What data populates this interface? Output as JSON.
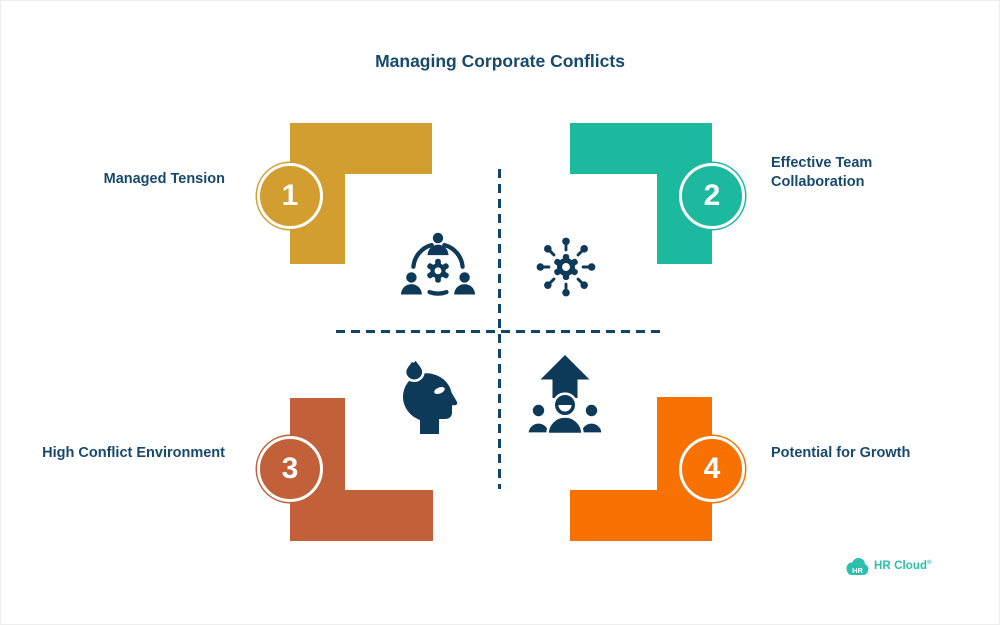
{
  "title": "Managing Corporate Conflicts",
  "colors": {
    "navy_text": "#17496d",
    "icon_navy": "#0e3a5a",
    "dash": "#12436a",
    "logo_teal": "#2ac0ad"
  },
  "quadrants": [
    {
      "number": "1",
      "label": "Managed Tension",
      "color": "#d29e30",
      "icon": "team-circle-icon"
    },
    {
      "number": "2",
      "label": "Effective Team Collaboration",
      "color": "#1cb99e",
      "icon": "network-hub-icon"
    },
    {
      "number": "3",
      "label": "High Conflict Environment",
      "color": "#c2603a",
      "icon": "head-flame-icon"
    },
    {
      "number": "4",
      "label": "Potential for Growth",
      "color": "#f87103",
      "icon": "growth-people-icon"
    }
  ],
  "logo": {
    "badge": "HR",
    "name": "HR Cloud",
    "mark": "®"
  }
}
